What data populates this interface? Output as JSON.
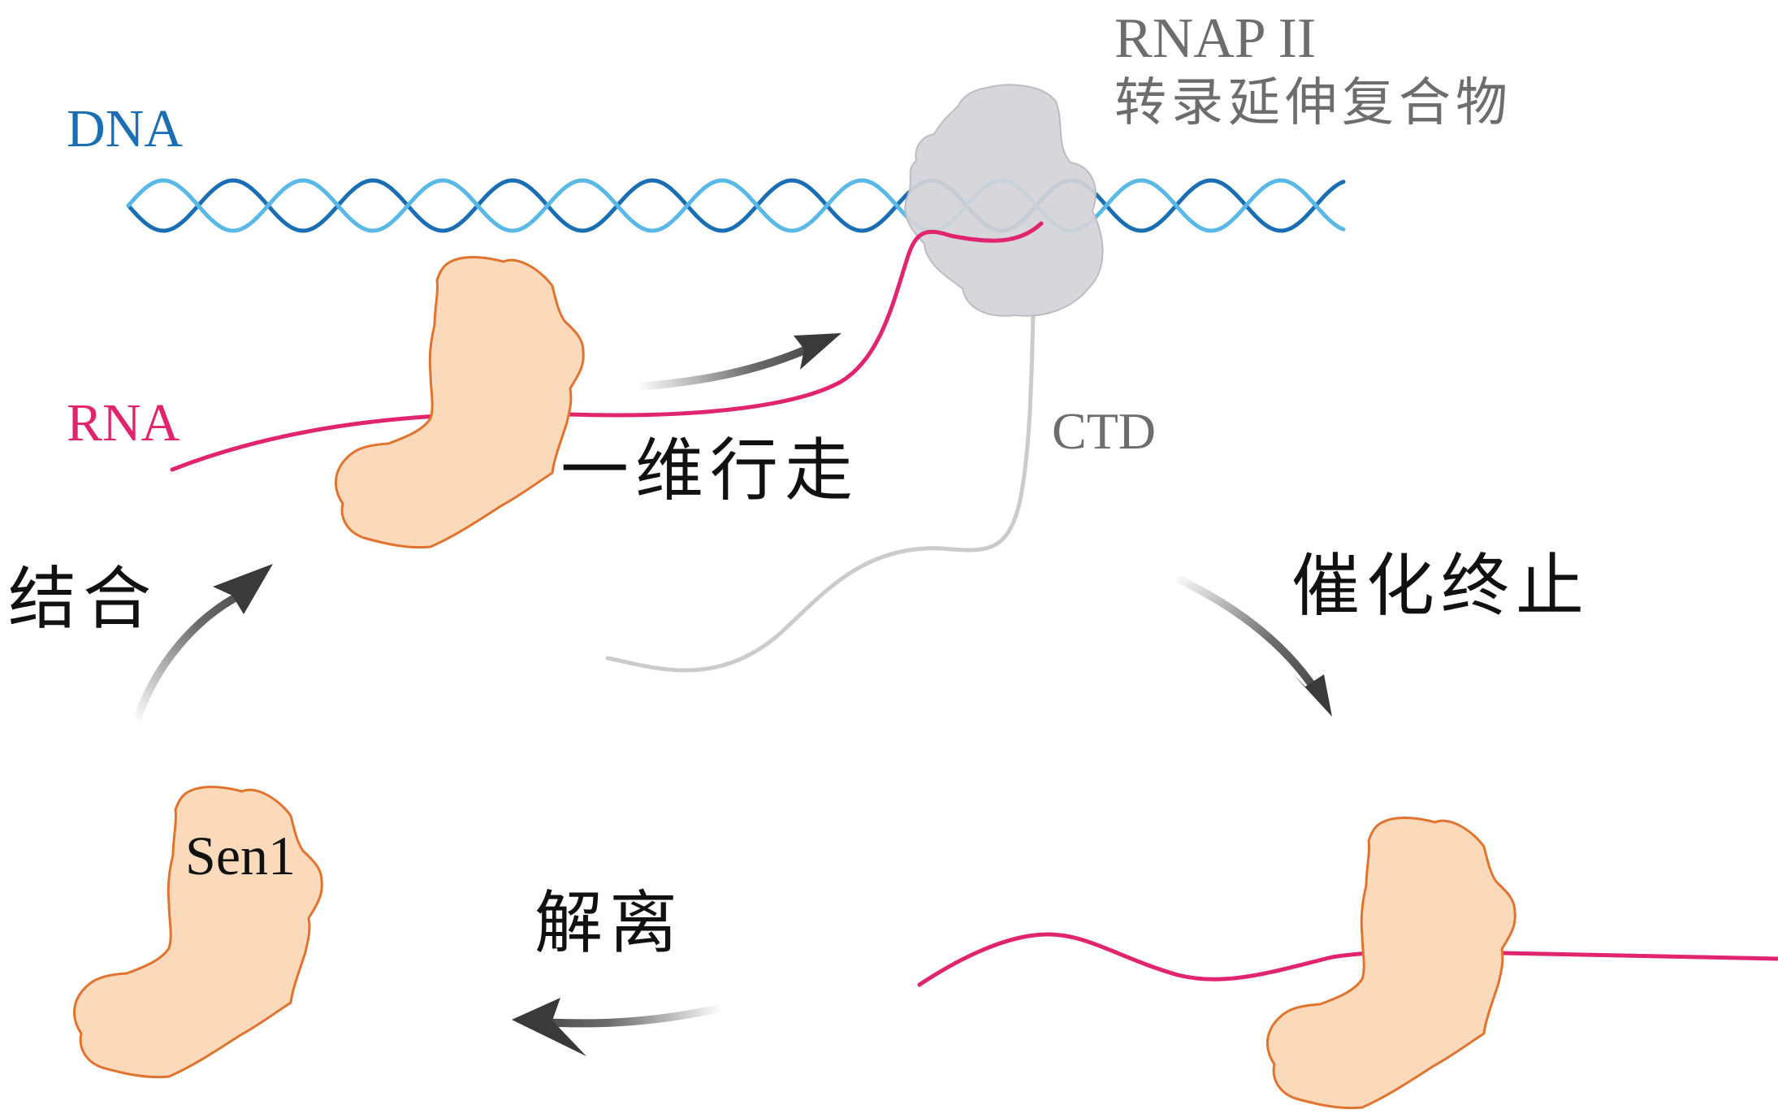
{
  "labels": {
    "dna": "DNA",
    "rna": "RNA",
    "rnap_line1": "RNAP II",
    "rnap_line2": "转录延伸复合物",
    "ctd": "CTD",
    "sen1": "Sen1",
    "one_d_walk": "一维行走",
    "binding": "结合",
    "catalyze_termination": "催化终止",
    "dissociation": "解离"
  },
  "colors": {
    "dna_dark": "#1a6fb4",
    "dna_light": "#5ab8e6",
    "rna": "#e0246e",
    "rnap_fill": "#d4d4d8",
    "rnap_stroke": "#bcbcc2",
    "ctd": "#cbcbcb",
    "sen1_fill": "#fbd9bb",
    "sen1_stroke": "#e0742f",
    "arrow": "#3a3a3a",
    "label_dark": "#111111",
    "label_gray": "#6d6d6d"
  }
}
